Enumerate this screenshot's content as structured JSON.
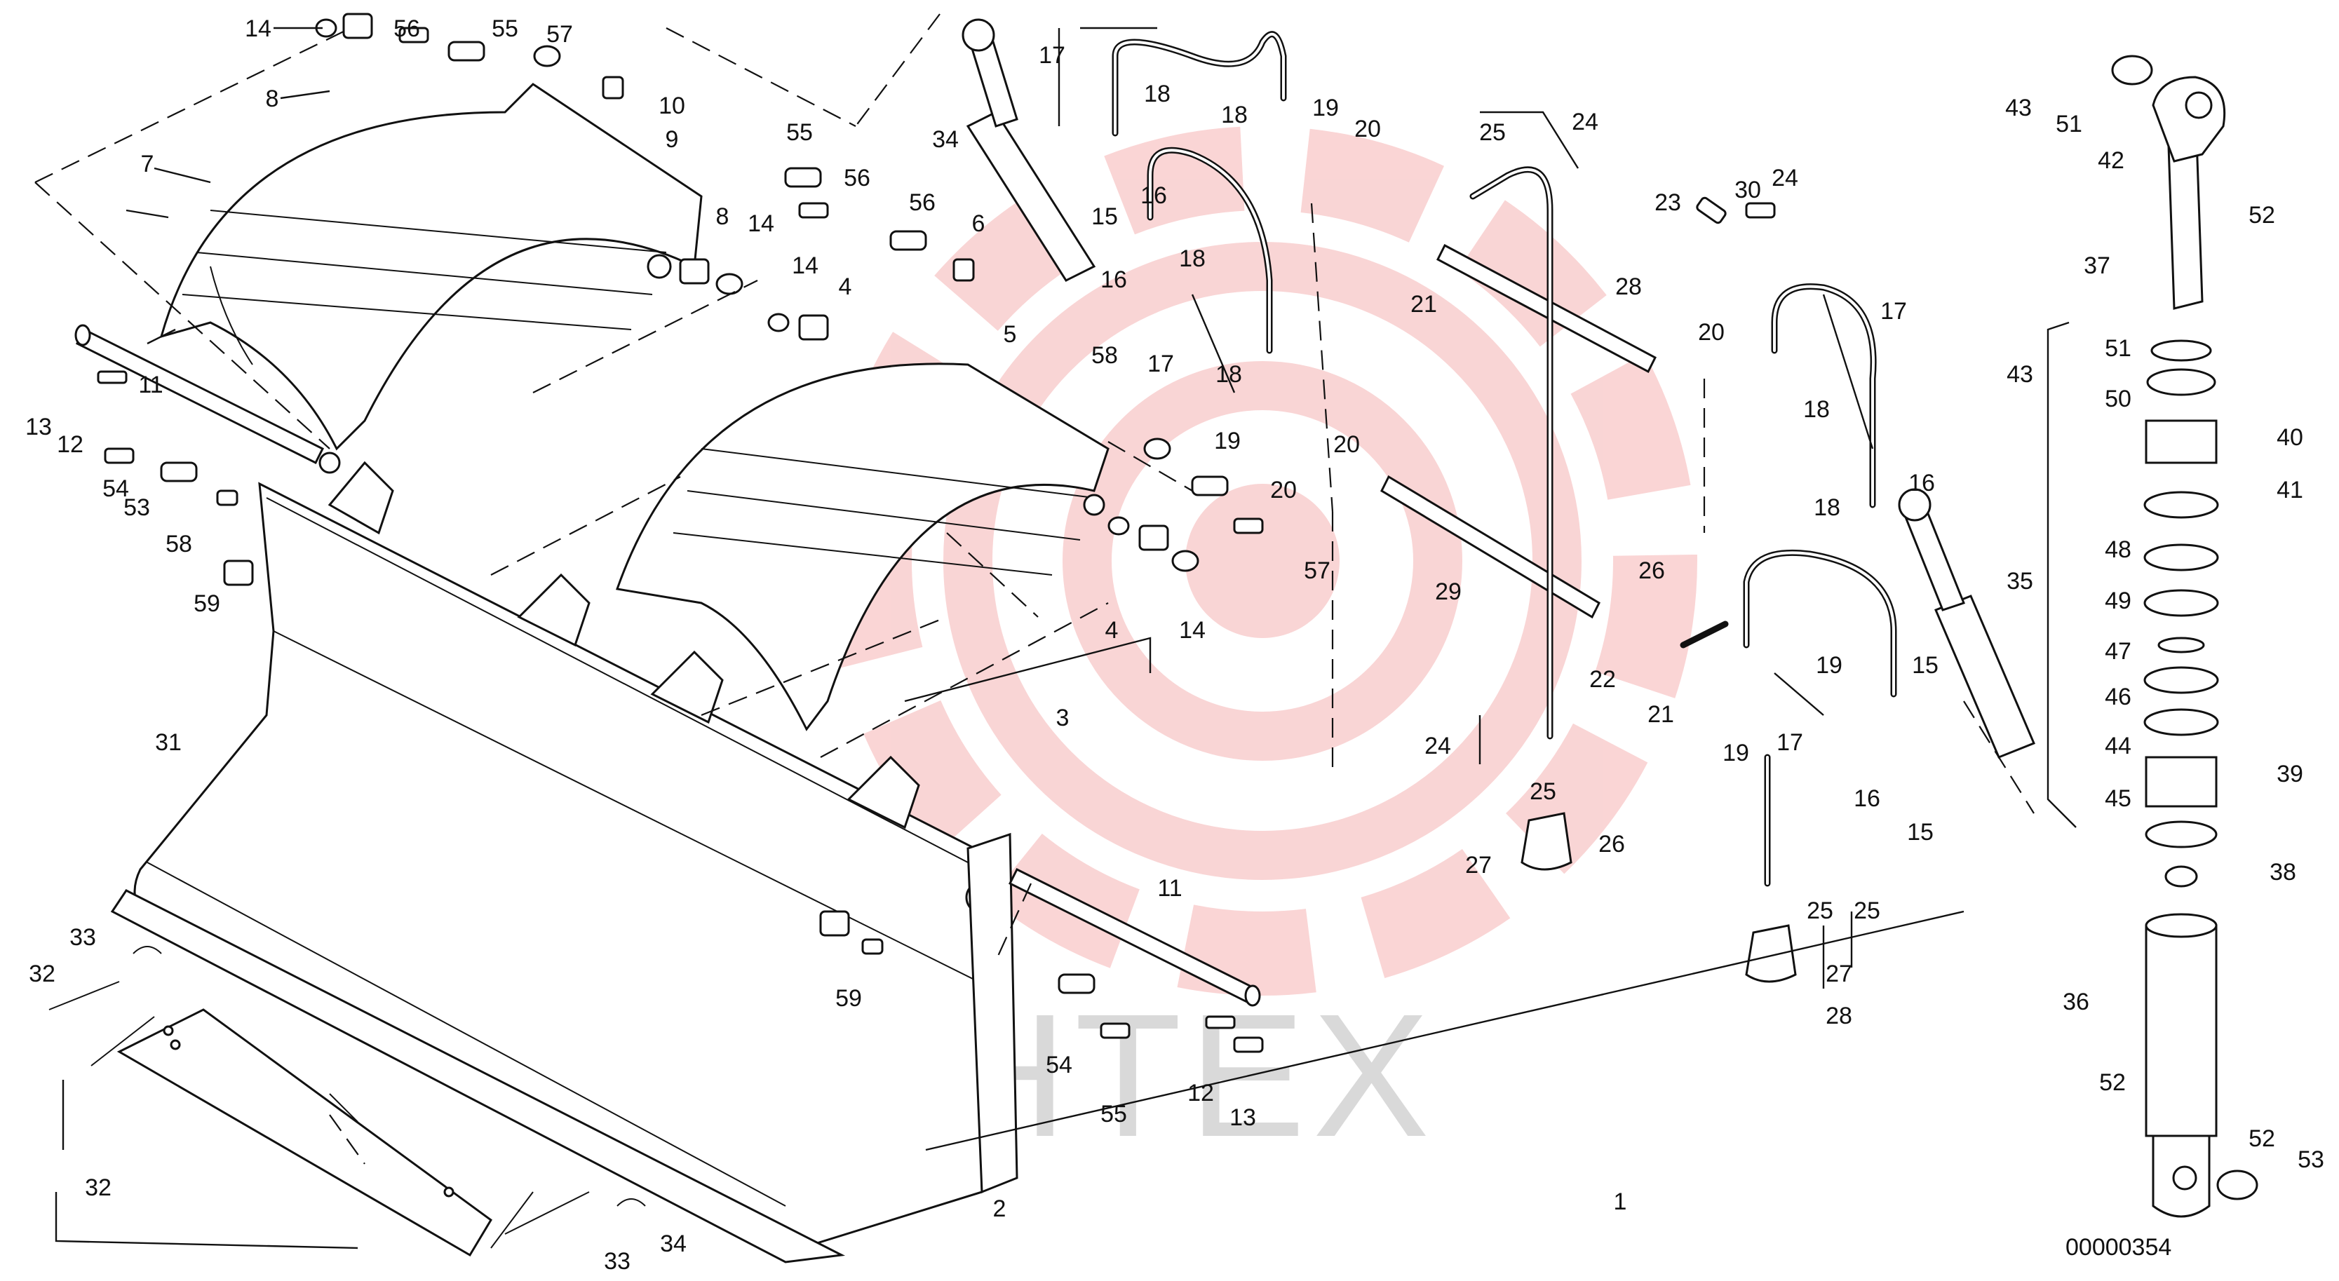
{
  "drawing_number": "00000354",
  "watermark": {
    "text": "ИНТЕХ",
    "gear_color": "#f5b3b3",
    "text_color": "#d9d9d9"
  },
  "callouts": [
    "1",
    "2",
    "3",
    "4",
    "4",
    "5",
    "6",
    "7",
    "8",
    "8",
    "9",
    "10",
    "11",
    "11",
    "12",
    "12",
    "13",
    "13",
    "14",
    "14",
    "14",
    "14",
    "15",
    "15",
    "15",
    "16",
    "16",
    "16",
    "16",
    "17",
    "17",
    "17",
    "17",
    "18",
    "18",
    "18",
    "18",
    "18",
    "18",
    "19",
    "19",
    "19",
    "19",
    "20",
    "20",
    "20",
    "20",
    "21",
    "21",
    "22",
    "23",
    "24",
    "24",
    "24",
    "25",
    "25",
    "25",
    "25",
    "26",
    "26",
    "27",
    "27",
    "28",
    "28",
    "29",
    "30",
    "31",
    "32",
    "32",
    "33",
    "33",
    "34",
    "34",
    "35",
    "36",
    "37",
    "38",
    "39",
    "40",
    "41",
    "42",
    "43",
    "43",
    "44",
    "45",
    "46",
    "47",
    "48",
    "49",
    "50",
    "51",
    "51",
    "52",
    "52",
    "52",
    "53",
    "53",
    "54",
    "54",
    "55",
    "55",
    "55",
    "56",
    "56",
    "56",
    "57",
    "57",
    "58",
    "58",
    "59",
    "59"
  ]
}
